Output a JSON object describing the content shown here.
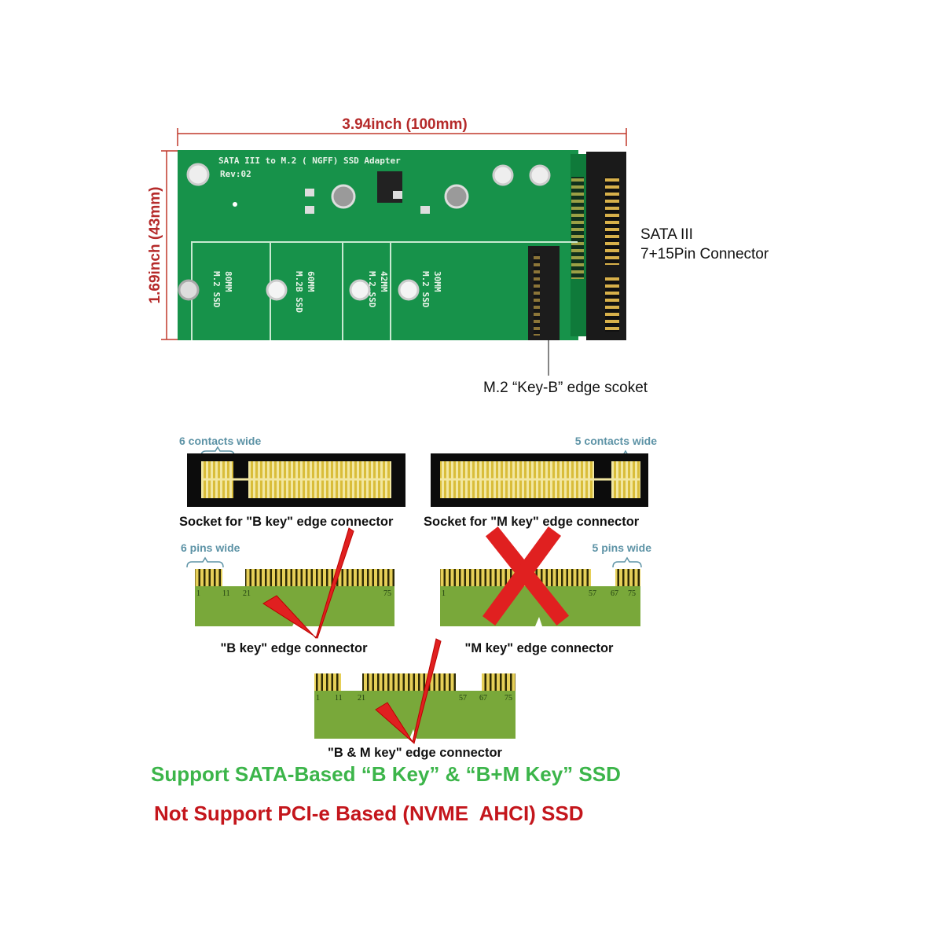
{
  "dimensions": {
    "width_label": "3.94inch (100mm)",
    "height_label": "1.69inch (43mm)"
  },
  "pcb": {
    "title": "SATA III to M.2 ( NGFF) SSD Adapter",
    "revision": "Rev:02",
    "slots": [
      {
        "line1": "80MM",
        "line2": "M.2 SSD"
      },
      {
        "line1": "60MM",
        "line2": "M.2B SSD"
      },
      {
        "line1": "42MM",
        "line2": "M.2 SSD"
      },
      {
        "line1": "30MM",
        "line2": "M.2 SSD"
      }
    ]
  },
  "callouts": {
    "sata_line1": "SATA III",
    "sata_line2": "7+15Pin Connector",
    "m2_socket": "M.2 “Key-B” edge scoket"
  },
  "sockets": {
    "b_hint": "6 contacts wide",
    "m_hint": "5 contacts wide",
    "b_caption": "Socket for \"B key\" edge connector",
    "m_caption": "Socket for \"M key\" edge connector"
  },
  "edges": {
    "b_hint": "6 pins wide",
    "m_hint": "5 pins wide",
    "b_caption": "\"B key\" edge connector",
    "m_caption": "\"M key\" edge connector",
    "bm_caption": "\"B & M key\" edge connector",
    "b_pins": [
      "1",
      "11",
      "21",
      "75"
    ],
    "m_pins": [
      "1",
      "57",
      "67",
      "75"
    ],
    "bm_pins": [
      "1",
      "11",
      "21",
      "57",
      "67",
      "75"
    ]
  },
  "notes": {
    "support": "Support SATA-Based “B Key” & “B+M Key” SSD",
    "not_support": "Not Support PCI-e Based (NVME  AHCI) SSD"
  },
  "colors": {
    "pcb": "#17924a",
    "edge": "#79a83a",
    "gold": "#e6cf58",
    "support": "#3cb54a",
    "not_support": "#c4161c"
  }
}
